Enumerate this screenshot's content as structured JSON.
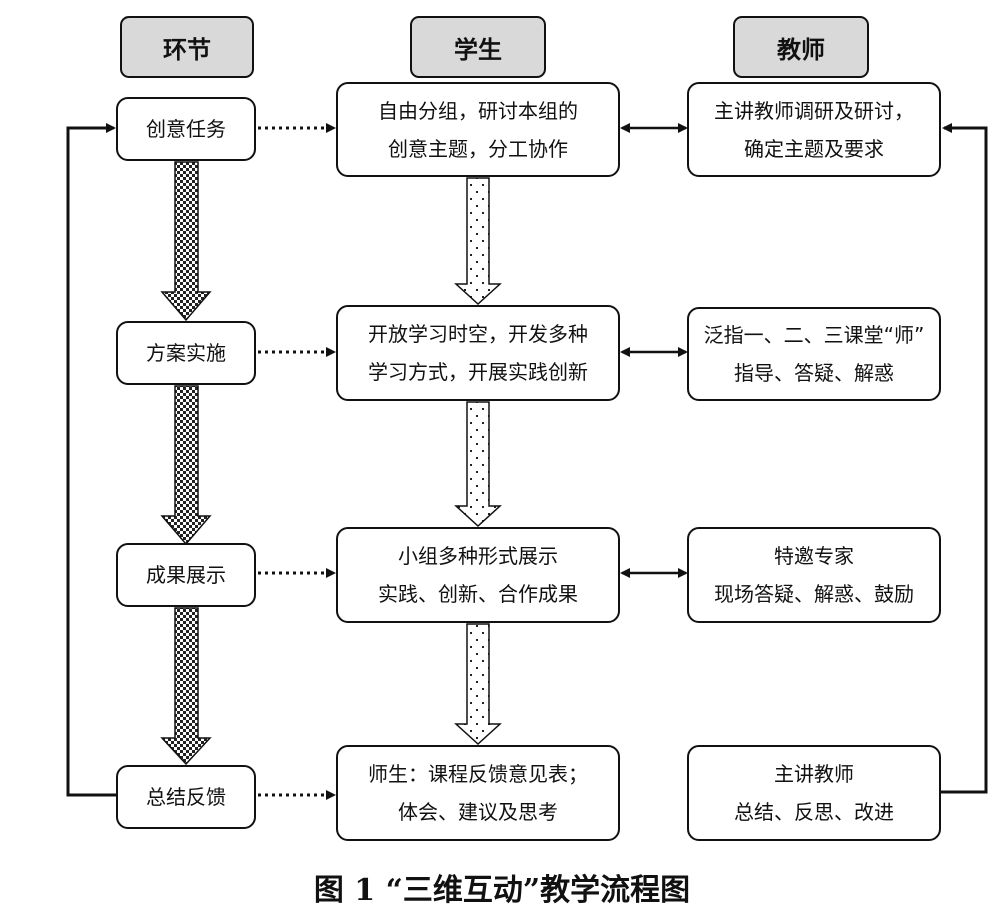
{
  "headers": {
    "stage": "环节",
    "student": "学生",
    "teacher": "教师"
  },
  "stages": [
    "创意任务",
    "方案实施",
    "成果展示",
    "总结反馈"
  ],
  "students": [
    {
      "line1": "自由分组，研讨本组的",
      "line2": "创意主题，分工协作"
    },
    {
      "line1": "开放学习时空，开发多种",
      "line2": "学习方式，开展实践创新"
    },
    {
      "line1": "小组多种形式展示",
      "line2": "实践、创新、合作成果"
    },
    {
      "line1": "师生：课程反馈意见表；",
      "line2": "体会、建议及思考"
    }
  ],
  "teachers": [
    {
      "line1": "主讲教师调研及研讨，",
      "line2": "确定主题及要求"
    },
    {
      "line1": "泛指一、二、三课堂“师”",
      "line2": "指导、答疑、解惑"
    },
    {
      "line1": "特邀专家",
      "line2": "现场答疑、解惑、鼓励"
    },
    {
      "line1": "主讲教师",
      "line2": "总结、反思、改进"
    }
  ],
  "caption": "图 1 “三维互动”教学流程图"
}
